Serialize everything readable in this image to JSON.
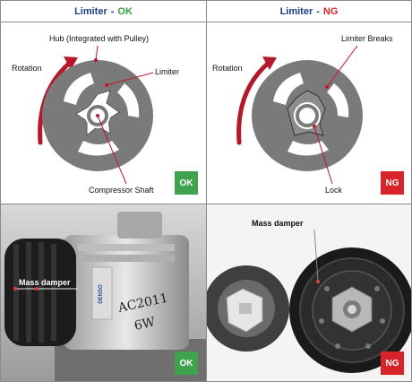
{
  "panels": {
    "ok": {
      "header_main": "Limiter",
      "header_sep": "-",
      "header_status": "OK",
      "labels": {
        "hub": "Hub (Integrated with Pulley)",
        "rotation": "Rotation",
        "limiter": "Limiter",
        "shaft": "Compressor Shaft"
      },
      "badge": "OK"
    },
    "ng": {
      "header_main": "Limiter",
      "header_sep": "-",
      "header_status": "NG",
      "labels": {
        "breaks": "Limiter Breaks",
        "rotation": "Rotation",
        "lock": "Lock"
      },
      "badge": "NG"
    },
    "photo_ok": {
      "label": "Mass damper",
      "badge": "OK",
      "handwriting": "AC2011\n6W",
      "brand": "DENSO"
    },
    "photo_ng": {
      "label": "Mass damper",
      "badge": "NG"
    }
  },
  "colors": {
    "accent_blue": "#1f3c88",
    "ok_green": "#3fa34d",
    "ng_red": "#d8232a",
    "arrow_red": "#b5172a",
    "disc_gray": "#7a7a7a"
  }
}
